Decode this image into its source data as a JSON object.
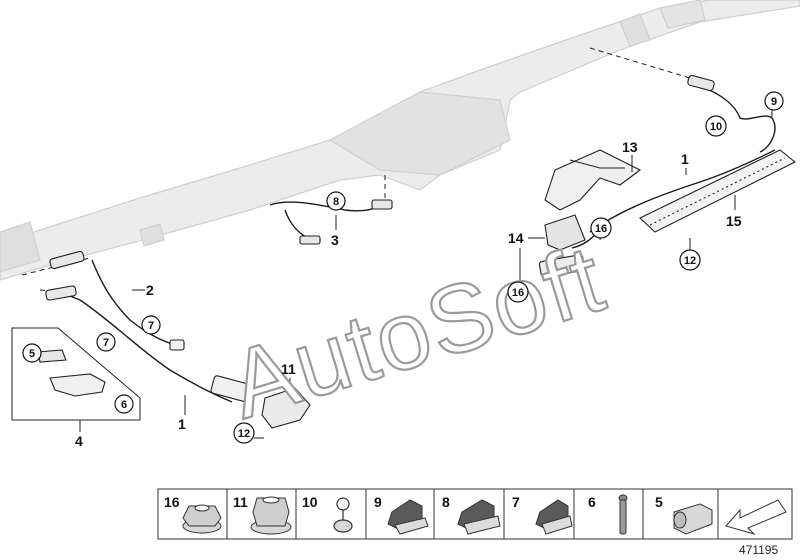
{
  "watermark": "AutoSoft",
  "document_number": "471195",
  "callouts": {
    "c1a": "1",
    "c1b": "1",
    "c2": "2",
    "c3": "3",
    "c4": "4",
    "c5": "5",
    "c6": "6",
    "c7a": "7",
    "c7b": "7",
    "c8": "8",
    "c9": "9",
    "c10": "10",
    "c11": "11",
    "c12a": "12",
    "c12b": "12",
    "c13": "13",
    "c14": "14",
    "c15": "15",
    "c16a": "16",
    "c16b": "16"
  },
  "legend": [
    {
      "number": "16",
      "icon": "hex-nut-flange-icon"
    },
    {
      "number": "11",
      "icon": "collar-nut-icon"
    },
    {
      "number": "10",
      "icon": "cable-tie-clip-icon"
    },
    {
      "number": "9",
      "icon": "cable-holder-icon"
    },
    {
      "number": "8",
      "icon": "cable-holder-icon"
    },
    {
      "number": "7",
      "icon": "cable-holder-icon"
    },
    {
      "number": "6",
      "icon": "expanding-rivet-icon"
    },
    {
      "number": "5",
      "icon": "protective-sleeve-icon"
    },
    {
      "number": "",
      "icon": "arrow-down-left-icon"
    }
  ]
}
